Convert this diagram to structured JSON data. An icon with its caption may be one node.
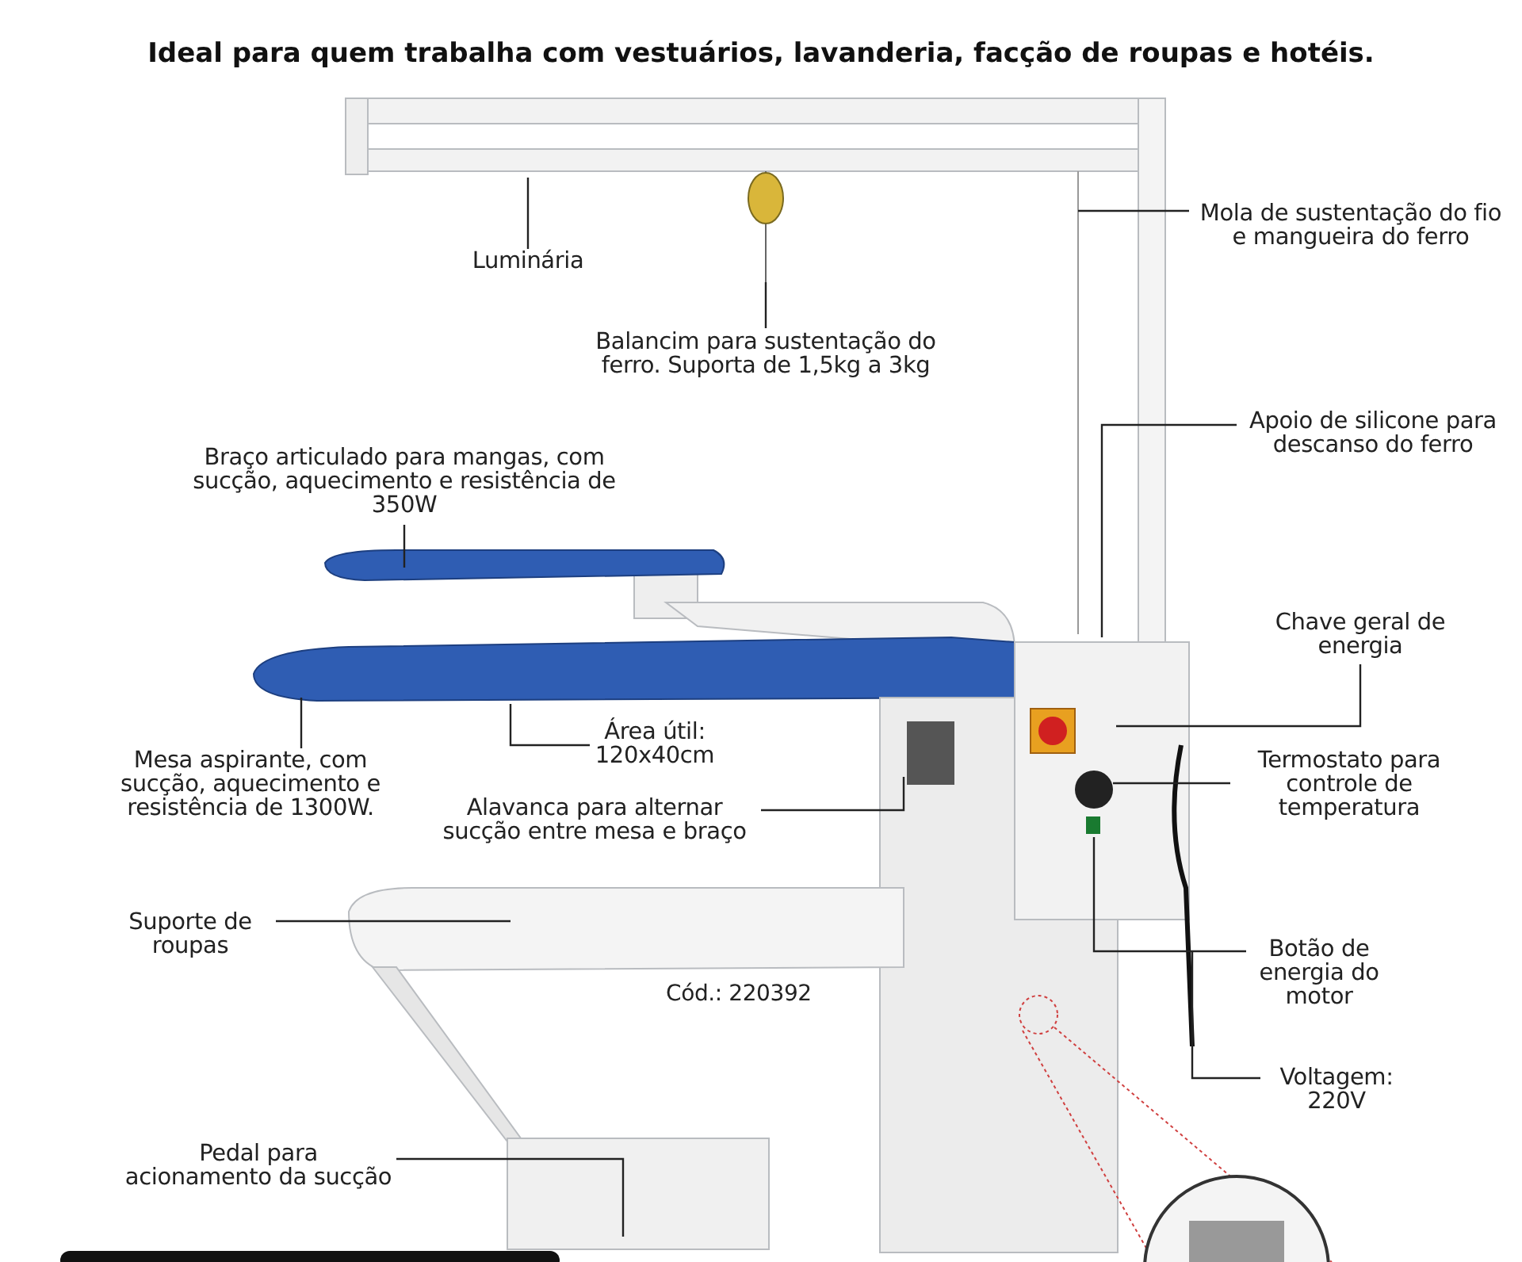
{
  "diagram": {
    "title": "Ideal para quem trabalha com vestuários, lavanderia, facção de roupas e hotéis.",
    "nodes": [
      {
        "text": [
          "Luminária"
        ]
      },
      {
        "text": [
          "Balancim para sustentação do ferro. Suporta de 1,5kg a 3kg"
        ]
      },
      {
        "text": [
          "Mola de sustentação do fio e mangueira do ferro"
        ]
      },
      {
        "text": [
          "Apoio de silicone para descanso do ferro"
        ]
      },
      {
        "text": [
          "Braço articulado para mangas, com sucção, aquecimento e resistência de 350W"
        ]
      },
      {
        "text": [
          "Chave geral de energia"
        ]
      },
      {
        "text": [
          "Área útil: 120x40cm"
        ]
      },
      {
        "text": [
          "Mesa aspirante, com sucção, aquecimento e resistência de 1300W."
        ]
      },
      {
        "text": [
          "Termostato para controle de temperatura"
        ]
      },
      {
        "text": [
          "Alavanca para alternar sucção entre mesa e braço"
        ]
      },
      {
        "text": [
          "Suporte de roupas"
        ]
      },
      {
        "text": [
          "Botão de energia do motor"
        ]
      },
      {
        "text": [
          "Voltagem: 220V"
        ]
      },
      {
        "text": [
          "Pedal para acionamento da sucção"
        ]
      }
    ],
    "edges": [
      {
        "from": 0,
        "to": null,
        "arrow": "none"
      },
      {
        "from": 1,
        "to": null,
        "arrow": "none"
      },
      {
        "from": 2,
        "to": null,
        "arrow": "none"
      },
      {
        "from": 3,
        "to": null,
        "arrow": "none"
      },
      {
        "from": 4,
        "to": null,
        "arrow": "none"
      },
      {
        "from": 5,
        "to": null,
        "arrow": "none"
      },
      {
        "from": 6,
        "to": null,
        "arrow": "none"
      },
      {
        "from": 7,
        "to": null,
        "arrow": "none"
      },
      {
        "from": 8,
        "to": null,
        "arrow": "none"
      },
      {
        "from": 9,
        "to": null,
        "arrow": "none"
      },
      {
        "from": 10,
        "to": null,
        "arrow": "none"
      },
      {
        "from": 11,
        "to": null,
        "arrow": "none"
      },
      {
        "from": 12,
        "to": null,
        "arrow": "none"
      },
      {
        "from": 13,
        "to": null,
        "arrow": "none"
      }
    ],
    "labels": [
      "Cód.: 220392"
    ]
  }
}
